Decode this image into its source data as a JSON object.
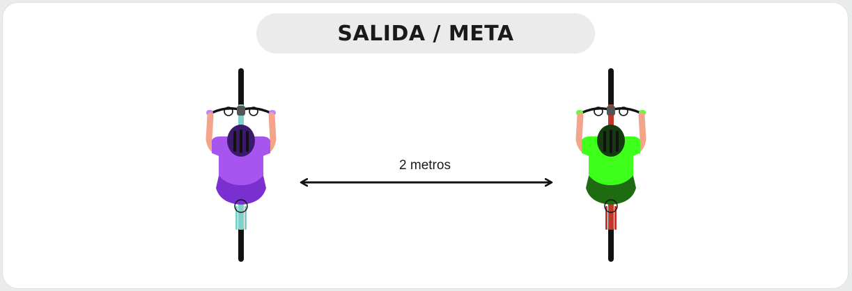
{
  "title": "SALIDA / META",
  "distance_label": "2 metros",
  "cyclists": [
    {
      "name": "left-cyclist",
      "jersey_color": "#a855f0",
      "shorts_color": "#7a2fd0",
      "helmet_color": "#3c1a6b",
      "frame_color": "#7fd0c8",
      "grip_color": "#c084fc"
    },
    {
      "name": "right-cyclist",
      "jersey_color": "#3dff1a",
      "shorts_color": "#1f6b12",
      "helmet_color": "#143c0f",
      "frame_color": "#c0392b",
      "grip_color": "#5cff33"
    }
  ],
  "icons": [
    "cyclist-top-view-icon",
    "double-arrow-icon"
  ]
}
